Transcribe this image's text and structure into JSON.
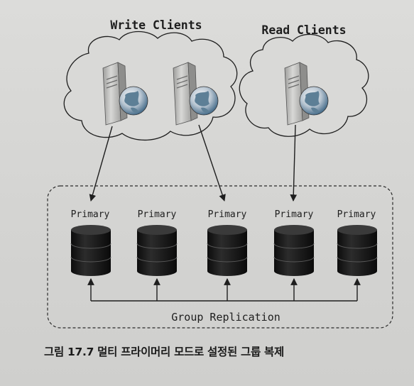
{
  "groups": {
    "write_clients": "Write Clients",
    "read_clients": "Read Clients"
  },
  "nodes": [
    {
      "role": "Primary"
    },
    {
      "role": "Primary"
    },
    {
      "role": "Primary"
    },
    {
      "role": "Primary"
    },
    {
      "role": "Primary"
    }
  ],
  "replication_label": "Group Replication",
  "caption": "그림 17.7 멀티 프라이머리 모드로 설정된 그룹 복제",
  "colors": {
    "ink": "#1e1e1e",
    "cloud_fill": "#d9d9d7",
    "server_body": "#c9c9c7",
    "globe_blue": "#4a6f8c",
    "db_dark": "#141414"
  },
  "icons": [
    "server-icon",
    "globe-icon",
    "database-icon",
    "cloud-shape"
  ]
}
